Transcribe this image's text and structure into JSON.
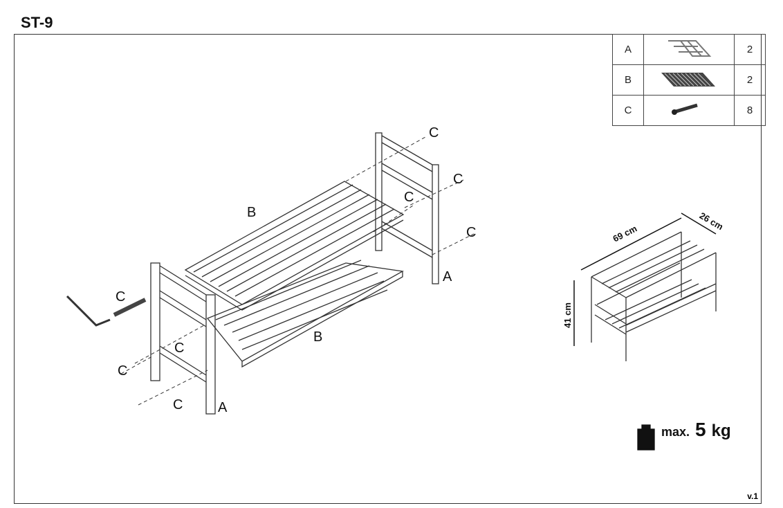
{
  "title": "ST-9",
  "parts": [
    {
      "id": "A",
      "icon": "side-frame-icon",
      "qty": "2"
    },
    {
      "id": "B",
      "icon": "slatted-shelf-icon",
      "qty": "2"
    },
    {
      "id": "C",
      "icon": "screw-icon",
      "qty": "8"
    }
  ],
  "labels": {
    "c": "C",
    "a": "A",
    "b": "B"
  },
  "dimensions": {
    "width": "69 cm",
    "depth": "26 cm",
    "height": "41 cm"
  },
  "max_load": {
    "prefix": "max.",
    "value": "5",
    "unit": "kg"
  },
  "version": "v.1"
}
